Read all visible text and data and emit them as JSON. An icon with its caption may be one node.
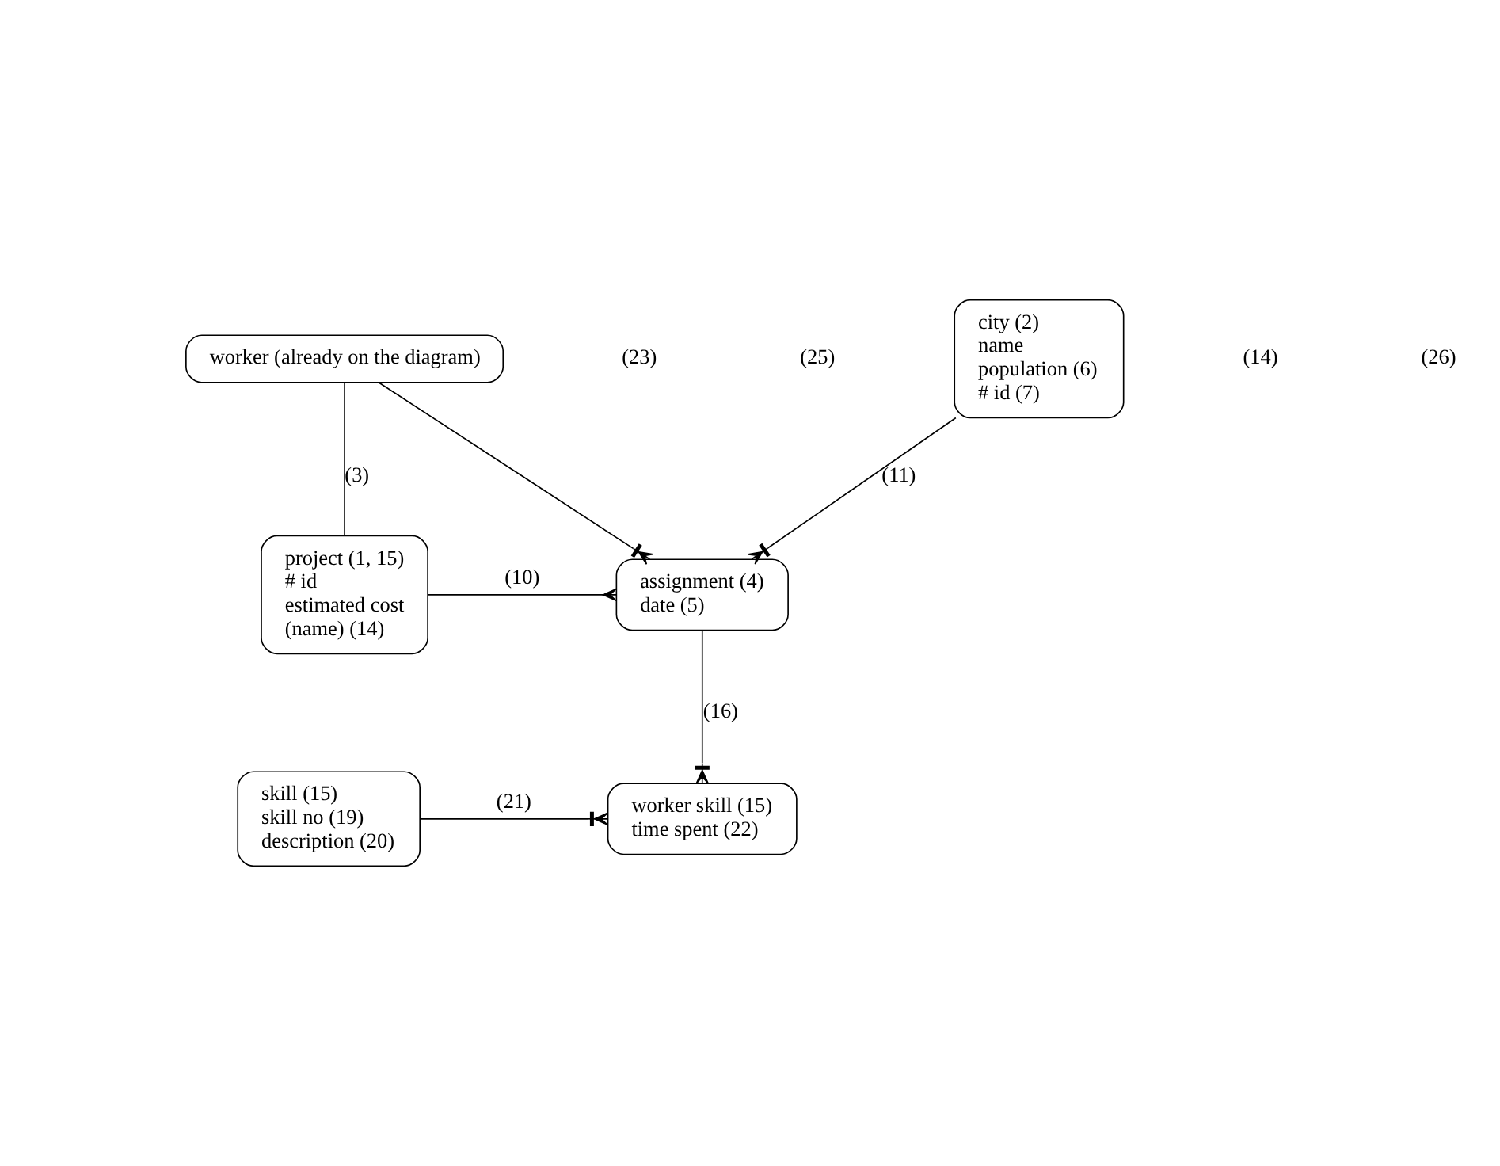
{
  "diagram": {
    "nodes": [
      {
        "text": [
          "city (2)",
          "name",
          "population (6)",
          "# id (7)"
        ]
      },
      {
        "text": [
          "worker (already on the diagram)"
        ]
      },
      {
        "text": [
          "project (1, 15)",
          "# id",
          "estimated cost",
          "(name) (14)"
        ]
      },
      {
        "text": [
          "assignment (4)",
          "date (5)"
        ]
      },
      {
        "text": [
          "skill (15)",
          "skill no (19)",
          "description (20)"
        ]
      },
      {
        "text": [
          "worker skill (15)",
          "time spent (22)"
        ]
      }
    ],
    "edges": [
      {
        "from": 0,
        "to": 3,
        "arrow": "other",
        "label": "(11)"
      },
      {
        "from": 1,
        "to": 2,
        "arrow": "none",
        "label": "(3)"
      },
      {
        "from": 1,
        "to": 3,
        "arrow": "other"
      },
      {
        "from": 2,
        "to": 3,
        "arrow": "other",
        "label": "(10)"
      },
      {
        "from": 3,
        "to": 5,
        "arrow": "other",
        "label": "(16)"
      },
      {
        "from": 4,
        "to": 5,
        "arrow": "other",
        "label": "(21)"
      }
    ],
    "labels": [
      "(14)",
      "(26)",
      "(23)",
      "(25)"
    ]
  }
}
